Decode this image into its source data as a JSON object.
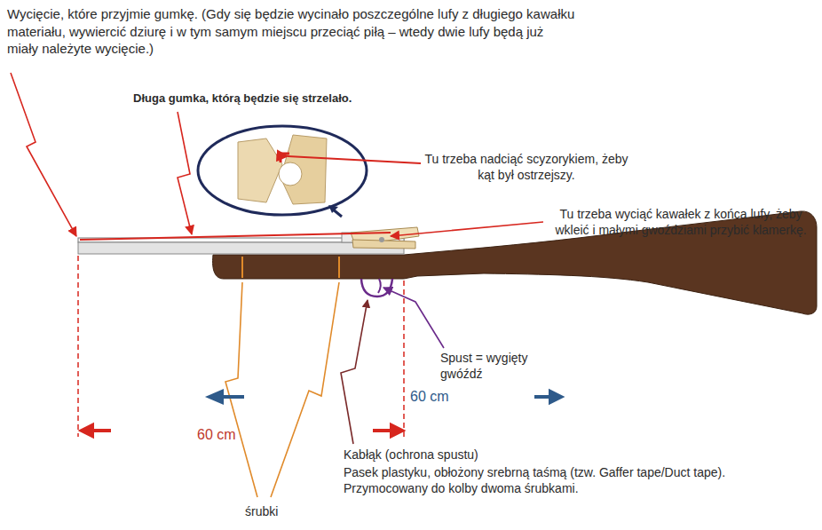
{
  "diagram": {
    "labels": [
      "Wycięcie, które przyjmie gumkę. (Gdy się będzie wycinało poszczególne lufy z długiego kawałku materiału, wywiercić dziurę i w tym samym miejscu przeciąć piłą – wtedy dwie lufy będą już miały należyte wycięcie.)",
      "Długa gumka, którą będzie się strzelało.",
      "Tu trzeba nadciąć scyzorykiem, żeby kąt był ostrzejszy.",
      "Tu trzeba wyciąć kawałek z końca lufy, żeby wkleić i małymi gwoździami przybić klamerkę.",
      "Spust = wygięty gwóźdź",
      "60 cm",
      "60 cm",
      "Kabłąk (ochrona spustu)",
      "Pasek plastyku, obłożony srebrną taśmą (tzw. Gaffer tape/Duct tape). Przymocowany do kolby dwoma śrubkami.",
      "śrubki"
    ]
  }
}
